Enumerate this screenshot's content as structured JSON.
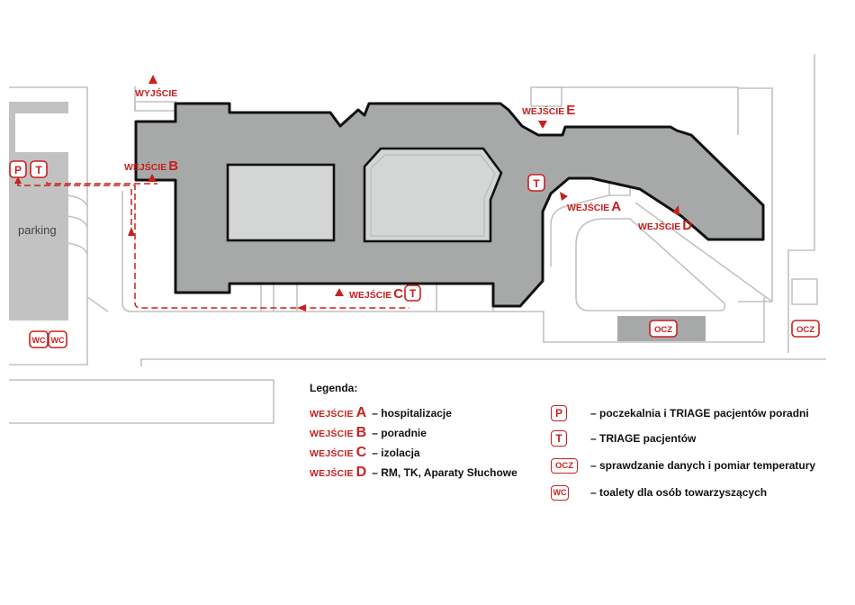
{
  "map": {
    "parking_label": "parking",
    "exit_label": "WYJŚCIE",
    "entrance_word": "WEJŚCIE",
    "entrance_letters": {
      "a": "A",
      "b": "B",
      "c": "C",
      "d": "D",
      "e": "E"
    },
    "badges": {
      "p": "P",
      "t": "T",
      "ocz": "OCZ",
      "wc": "WC"
    },
    "colors": {
      "accent": "#c8201f",
      "building": "#a7a9a8",
      "courtyard": "#d4d6d5",
      "outline": "#111111",
      "road": "#c2c2c2"
    }
  },
  "legend": {
    "title": "Legenda:",
    "entrances": [
      {
        "word": "WEJŚCIE",
        "letter": "A",
        "desc": "– hospitalizacje"
      },
      {
        "word": "WEJŚCIE",
        "letter": "B",
        "desc": "– poradnie"
      },
      {
        "word": "WEJŚCIE",
        "letter": "C",
        "desc": "– izolacja"
      },
      {
        "word": "WEJŚCIE",
        "letter": "D",
        "desc": "– RM, TK, Aparaty Słuchowe"
      }
    ],
    "symbols": [
      {
        "badge": "P",
        "desc": "– poczekalnia i TRIAGE pacjentów poradni"
      },
      {
        "badge": "T",
        "desc": "– TRIAGE pacjentów"
      },
      {
        "badge": "OCZ",
        "desc": "– sprawdzanie danych i pomiar temperatury"
      },
      {
        "badge": "WC",
        "desc": "– toalety dla osób towarzyszących"
      }
    ]
  }
}
